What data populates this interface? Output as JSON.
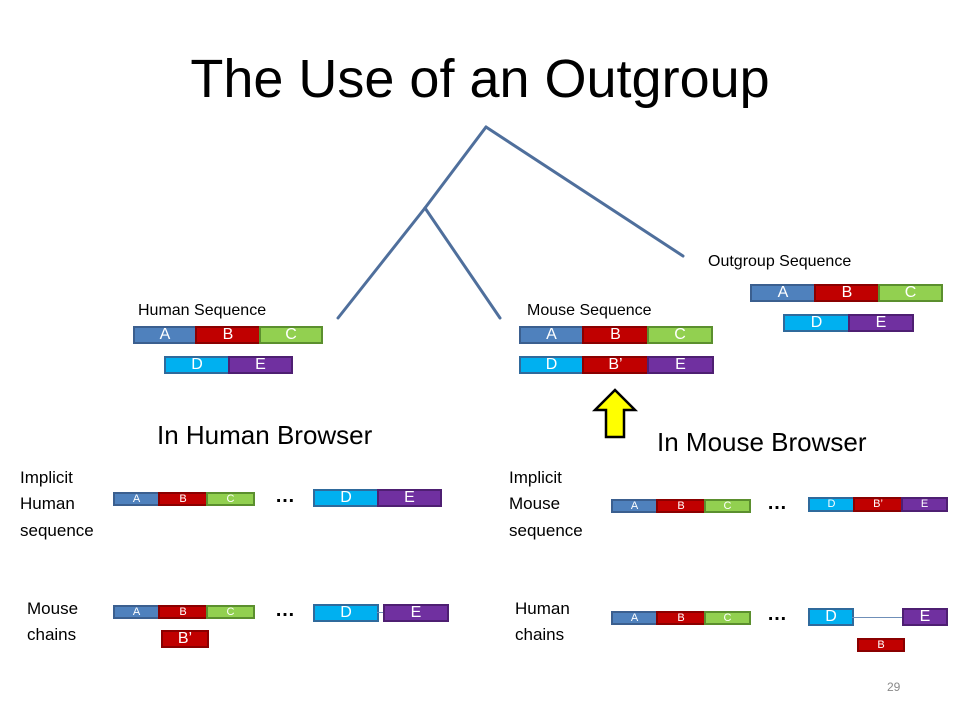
{
  "title": "The Use of an Outgroup",
  "labels": {
    "human_sequence": "Human Sequence",
    "mouse_sequence": "Mouse Sequence",
    "outgroup_sequence": "Outgroup Sequence",
    "in_human_browser": "In Human Browser",
    "in_mouse_browser": "In Mouse Browser",
    "implicit_human": [
      "Implicit",
      "Human",
      "sequence"
    ],
    "implicit_mouse": [
      "Implicit",
      "Mouse",
      "sequence"
    ],
    "mouse_chains": [
      "Mouse",
      "chains"
    ],
    "human_chains": [
      "Human",
      "chains"
    ],
    "ellipsis": "…",
    "page_number": "29"
  },
  "segments": {
    "a": "A",
    "b": "B",
    "c": "C",
    "d": "D",
    "e": "E",
    "b_prime": "B’"
  },
  "colors": {
    "A": "#4f81bd",
    "B": "#c00000",
    "C": "#92d050",
    "D": "#00b0f0",
    "E": "#7030a0",
    "tree_lines": "#4f6f9c",
    "arrow_fill": "#ffff00"
  },
  "icons": {
    "highlight_arrow": "up-arrow-icon"
  }
}
